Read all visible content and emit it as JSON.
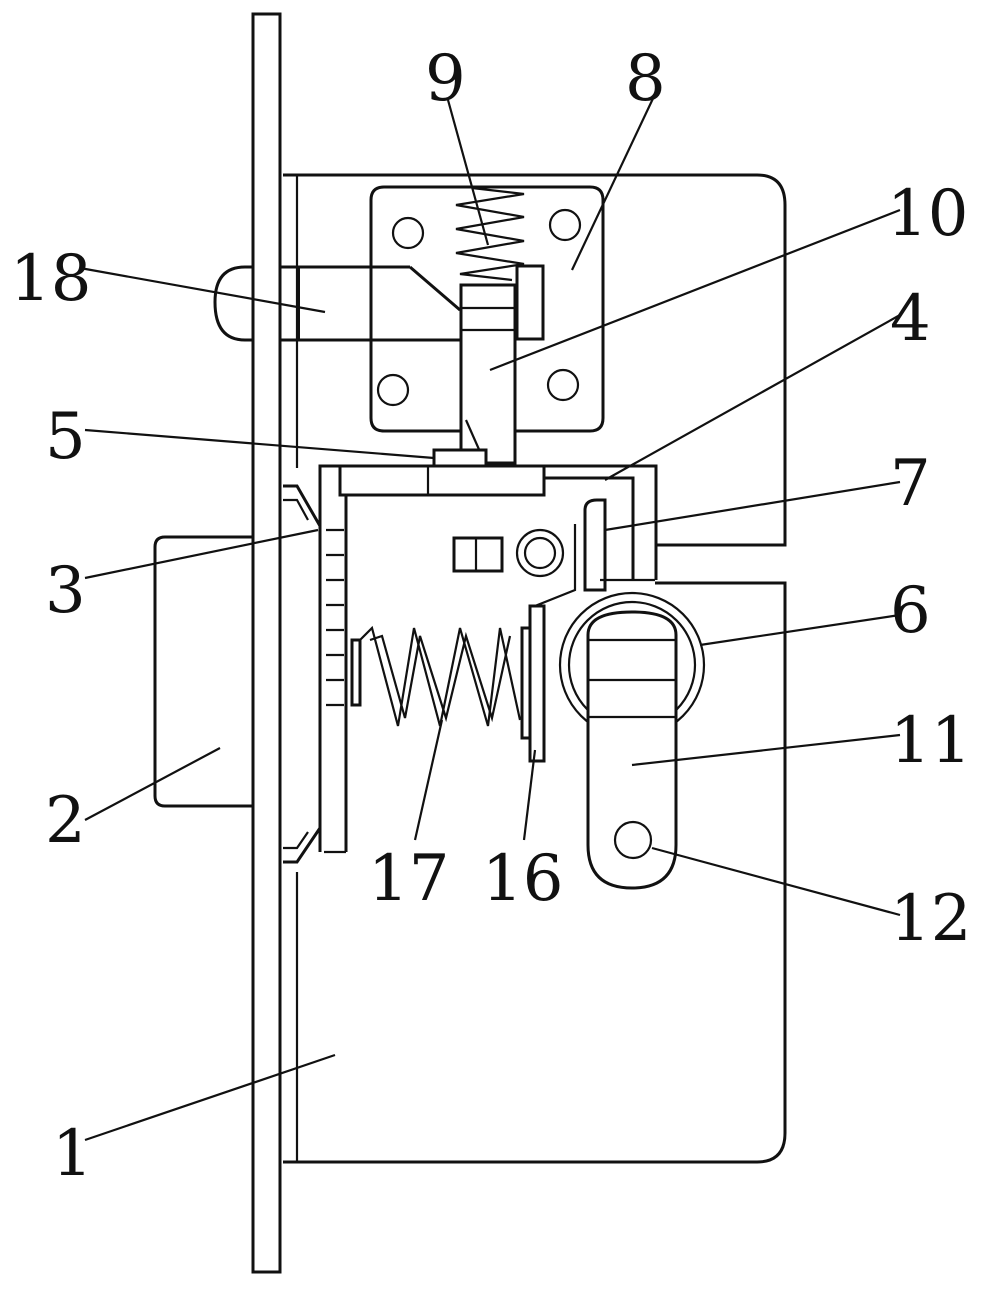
{
  "labels": {
    "l1": "1",
    "l2": "2",
    "l3": "3",
    "l4": "4",
    "l5": "5",
    "l6": "6",
    "l7": "7",
    "l8": "8",
    "l9": "9",
    "l10": "10",
    "l11": "11",
    "l12": "12",
    "l16": "16",
    "l17": "17",
    "l18": "18"
  }
}
